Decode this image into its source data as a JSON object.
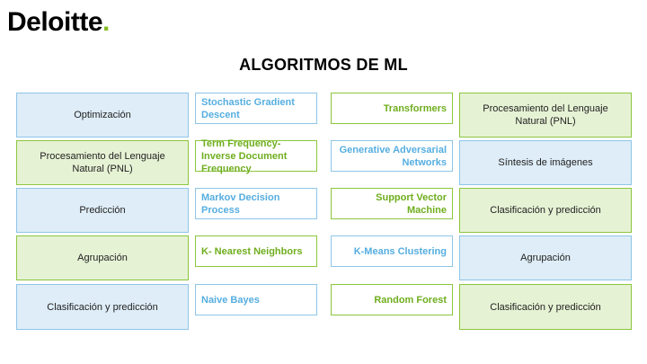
{
  "logo": {
    "text": "Deloitte",
    "dot": "."
  },
  "title": "ALGORITMOS DE ML",
  "colors": {
    "blue_border": "#8ec5e8",
    "blue_fill": "#deedf7",
    "green_border": "#8cc63f",
    "green_fill": "#e6f2d4",
    "blue_text": "#55aee0",
    "green_text": "#6fae1e"
  },
  "rows": [
    {
      "left_cat": "Optimización",
      "left_alg": "Stochastic Gradient Descent",
      "right_alg": "Transformers",
      "right_cat": "Procesamiento del Lenguaje Natural (PNL)"
    },
    {
      "left_cat": "Procesamiento del Lenguaje Natural (PNL)",
      "left_alg": "Term Frequency-Inverse Document Frequency",
      "right_alg": "Generative Adversarial Networks",
      "right_cat": "Síntesis de imágenes"
    },
    {
      "left_cat": "Predicción",
      "left_alg": "Markov Decision Process",
      "right_alg": "Support Vector Machine",
      "right_cat": "Clasificación y predicción"
    },
    {
      "left_cat": "Agrupación",
      "left_alg": "K- Nearest Neighbors",
      "right_alg": "K-Means Clustering",
      "right_cat": "Agrupación"
    },
    {
      "left_cat": "Clasificación y predicción",
      "left_alg": "Naive Bayes",
      "right_alg": "Random Forest",
      "right_cat": "Clasificación y predicción"
    }
  ]
}
